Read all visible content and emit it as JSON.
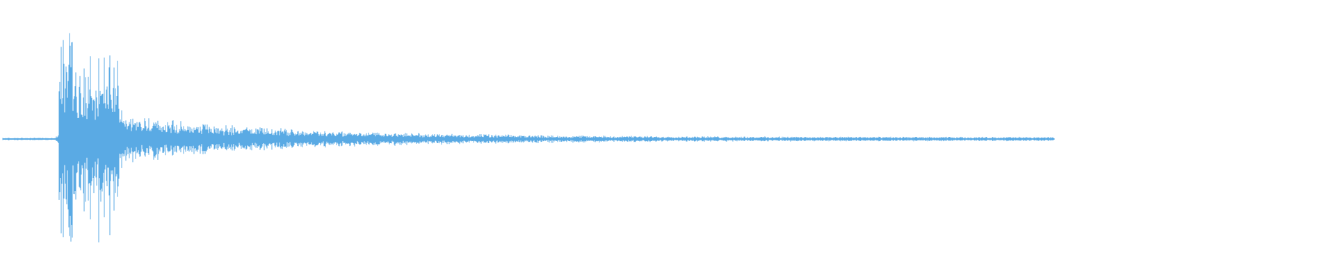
{
  "waveform": {
    "color": "#5aaae4",
    "background": "#ffffff",
    "description_of_envelope": {
      "onset_fraction": 0.044,
      "peak_fraction": 0.053,
      "end_fraction": 0.79,
      "peak_amplitude": 0.98,
      "secondary_peak_amplitude": 0.6,
      "tail_amplitude": 0.02,
      "pre_onset_amplitude": 0.012
    }
  }
}
